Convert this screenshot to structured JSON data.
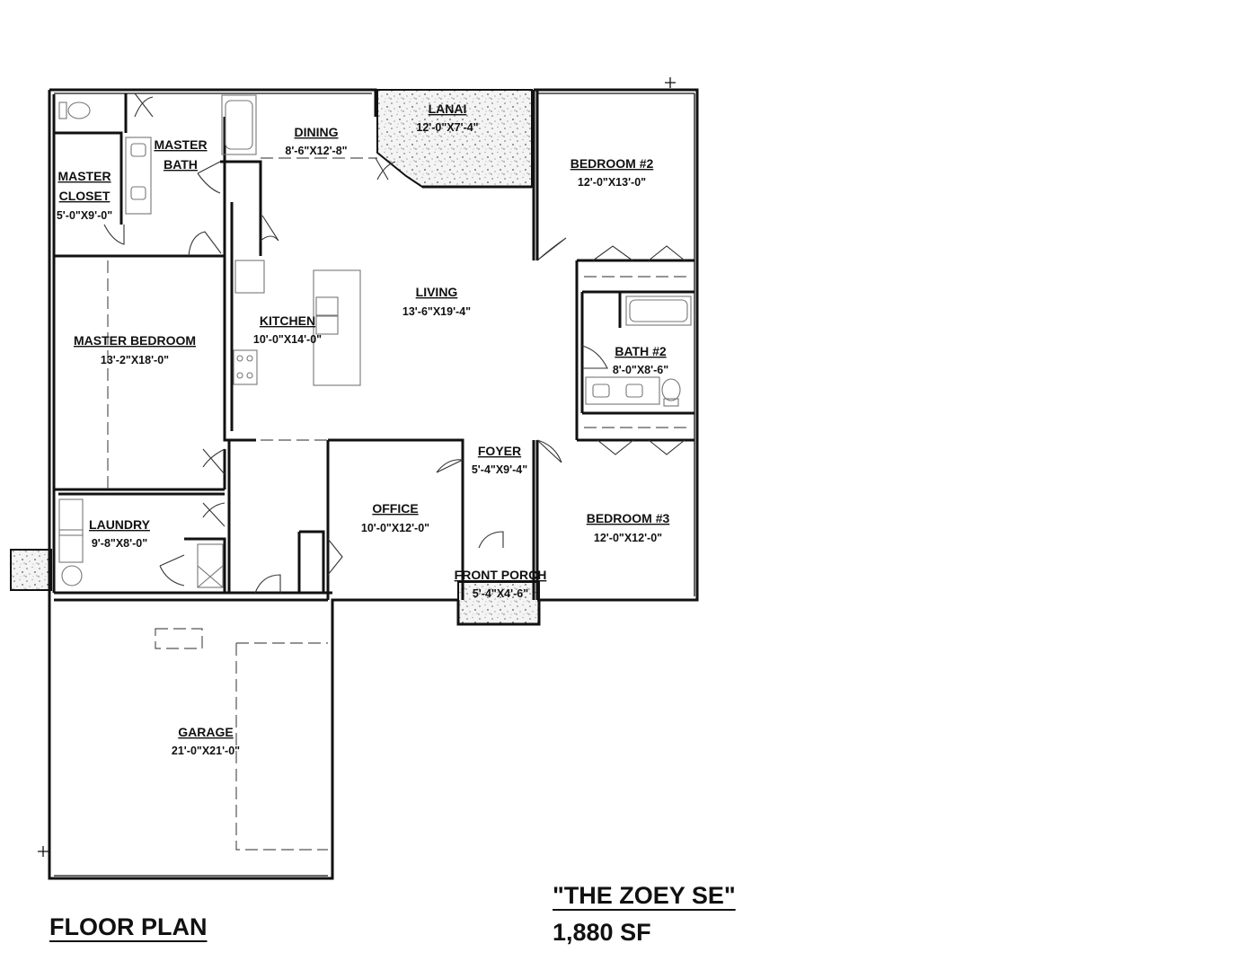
{
  "title": "\"THE ZOEY SE\"",
  "square_footage": "1,880 SF",
  "plan_label": "FLOOR PLAN",
  "rooms": [
    {
      "name": "LANAI",
      "dims": "12'-0\"X7'-4\""
    },
    {
      "name": "DINING",
      "dims": "8'-6\"X12'-8\""
    },
    {
      "name_line1": "MASTER",
      "name_line2": "BATH"
    },
    {
      "name_line1": "MASTER",
      "name_line2": "CLOSET",
      "dims": "5'-0\"X9'-0\""
    },
    {
      "name": "BEDROOM #2",
      "dims": "12'-0\"X13'-0\""
    },
    {
      "name": "LIVING",
      "dims": "13'-6\"X19'-4\""
    },
    {
      "name": "KITCHEN",
      "dims": "10'-0\"X14'-0\""
    },
    {
      "name": "MASTER BEDROOM",
      "dims": "13'-2\"X18'-0\""
    },
    {
      "name": "BATH #2",
      "dims": "8'-0\"X8'-6\""
    },
    {
      "name": "FOYER",
      "dims": "5'-4\"X9'-4\""
    },
    {
      "name": "OFFICE",
      "dims": "10'-0\"X12'-0\""
    },
    {
      "name": "BEDROOM #3",
      "dims": "12'-0\"X12'-0\""
    },
    {
      "name": "LAUNDRY",
      "dims": "9'-8\"X8'-0\""
    },
    {
      "name": "FRONT PORCH",
      "dims": "5'-4\"X4'-6\""
    },
    {
      "name": "GARAGE",
      "dims": "21'-0\"X21'-0\""
    }
  ]
}
